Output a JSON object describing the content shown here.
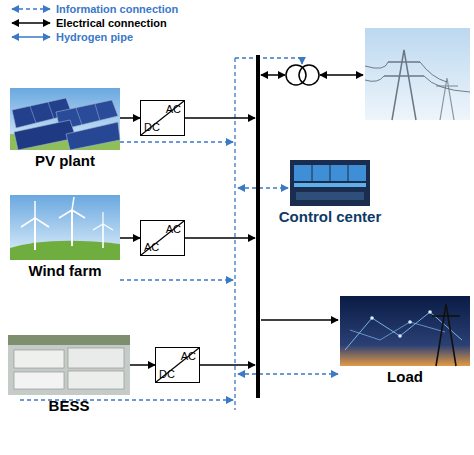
{
  "diagram": {
    "nodes": [
      {
        "text": [
          "PV plant"
        ]
      },
      {
        "text": [
          "DC",
          "AC"
        ]
      },
      {
        "text": [
          "Wind farm"
        ]
      },
      {
        "text": [
          "AC",
          "AC"
        ]
      },
      {
        "text": [
          "BESS"
        ]
      },
      {
        "text": [
          "DC",
          "AC"
        ]
      },
      {
        "text": [
          "Control center"
        ]
      },
      {
        "text": [
          "Load"
        ]
      }
    ],
    "edges": [
      {
        "from": 0,
        "to": 1,
        "arrow": "to"
      },
      {
        "from": 2,
        "to": 3,
        "arrow": "to"
      },
      {
        "from": 4,
        "to": 5,
        "arrow": "to"
      }
    ],
    "legend": [
      {
        "text": "Information connection"
      },
      {
        "text": "Electrical connection"
      },
      {
        "text": "Hydrogen pipe"
      }
    ]
  }
}
